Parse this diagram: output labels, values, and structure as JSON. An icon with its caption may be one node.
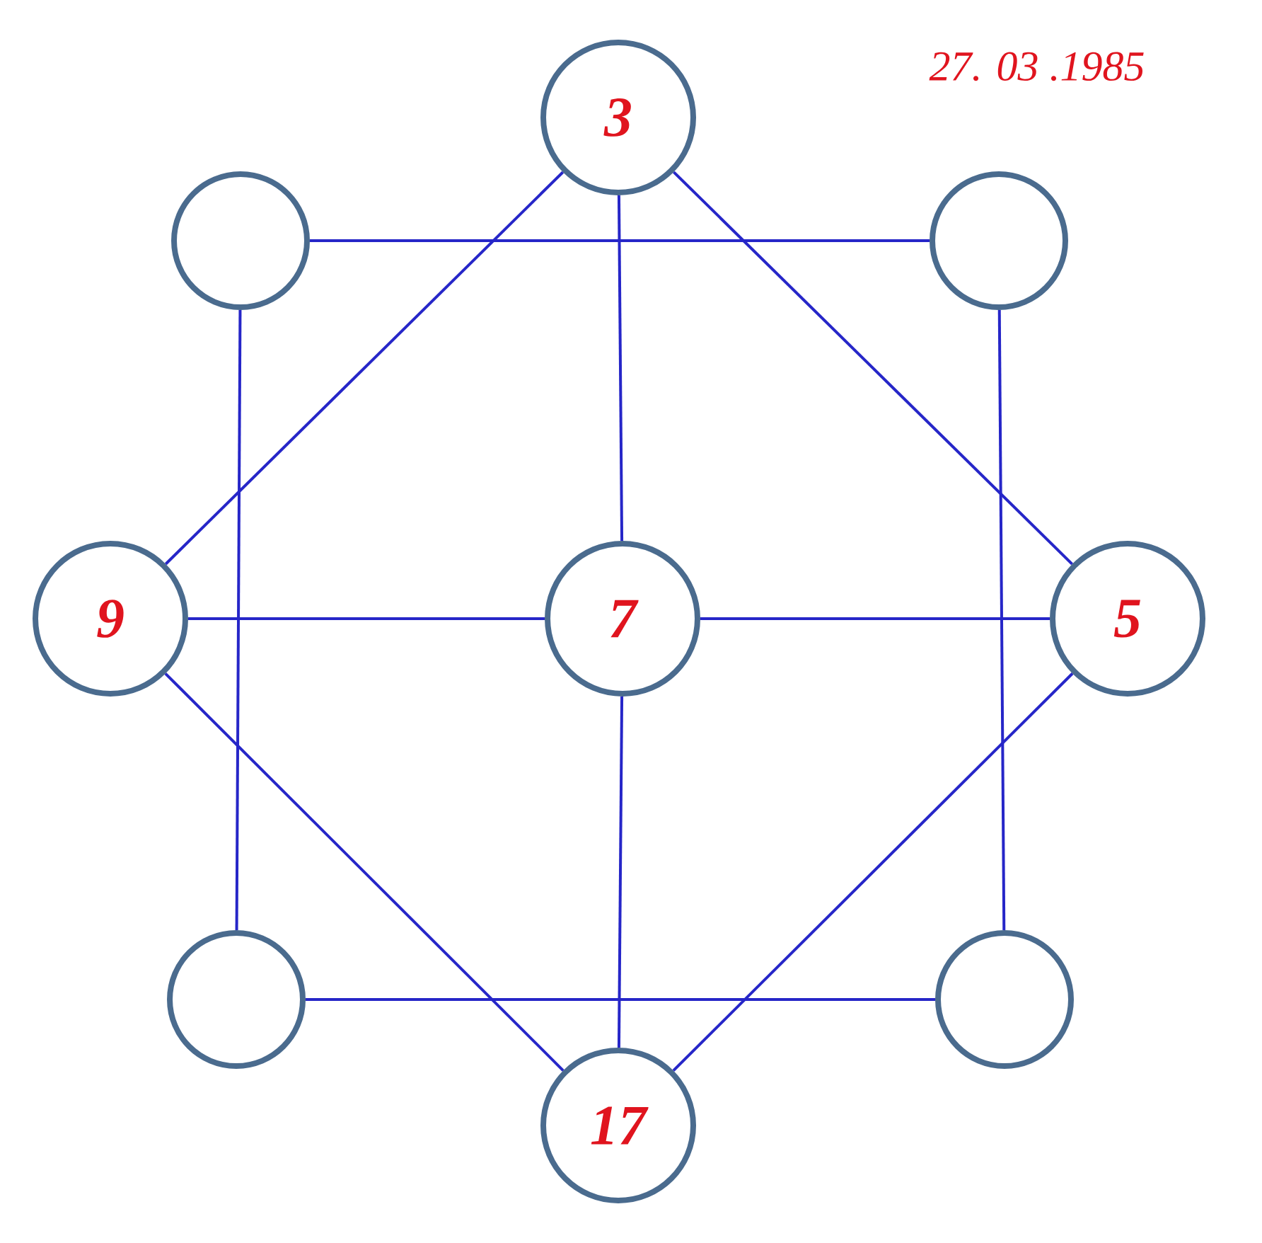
{
  "diagram": {
    "nodes": [
      {
        "text": [
          "3"
        ]
      },
      {
        "text": [],
        "shape": "circle"
      },
      {
        "text": [],
        "shape": "circle"
      },
      {
        "text": [
          "9"
        ]
      },
      {
        "text": [
          "7"
        ]
      },
      {
        "text": [
          "5"
        ]
      },
      {
        "text": [],
        "shape": "circle"
      },
      {
        "text": [],
        "shape": "circle"
      },
      {
        "text": [
          "17"
        ]
      }
    ],
    "edges": [
      {
        "from": 1,
        "to": 2,
        "arrow": "none"
      },
      {
        "from": 0,
        "to": 3,
        "arrow": "none"
      },
      {
        "from": 0,
        "to": 4,
        "arrow": "none"
      },
      {
        "from": 0,
        "to": 5,
        "arrow": "none"
      },
      {
        "from": 1,
        "to": 6,
        "arrow": "none"
      },
      {
        "from": 2,
        "to": 7,
        "arrow": "none"
      },
      {
        "from": 3,
        "to": 4,
        "arrow": "none"
      },
      {
        "from": 4,
        "to": 5,
        "arrow": "none"
      },
      {
        "from": 4,
        "to": 8,
        "arrow": "none"
      },
      {
        "from": 3,
        "to": 8,
        "arrow": "none"
      },
      {
        "from": 5,
        "to": 8,
        "arrow": "none"
      },
      {
        "from": 6,
        "to": 7,
        "arrow": "none"
      }
    ],
    "labels": [
      "27. 03 .1985"
    ]
  }
}
